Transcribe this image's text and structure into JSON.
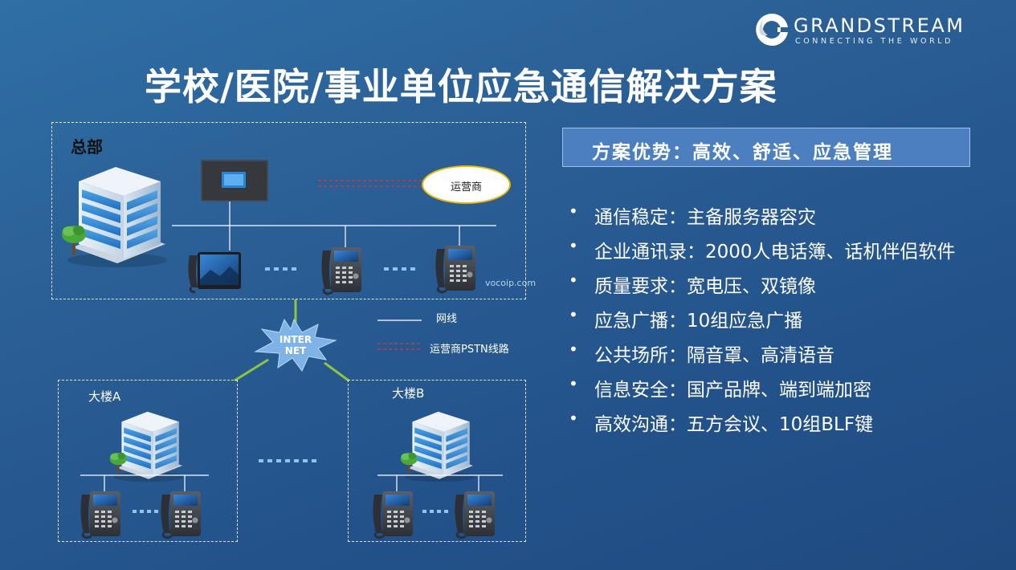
{
  "brand": {
    "name": "GRANDSTREAM",
    "tagline": "CONNECTING THE WORLD",
    "mark_color": "#ffffff"
  },
  "title": "学校/医院/事业单位应急通信解决方案",
  "diagram": {
    "headquarters_label": "总部",
    "building_a_label": "大楼A",
    "building_b_label": "大楼B",
    "carrier_label": "运营商",
    "internet_label_line1": "INTER",
    "internet_label_line2": "NET",
    "watermark": "vocoip.com",
    "legend": {
      "network_cable": "网线",
      "pstn_line": "运营商PSTN线路"
    },
    "colors": {
      "link_green": "#8cc63f",
      "pstn_red": "#d23c3c",
      "dots_blue": "#8fc4f0",
      "burst": "#7fb3e8"
    }
  },
  "advantages": {
    "heading": "方案优势：高效、舒适、应急管理",
    "items": [
      "通信稳定：主备服务器容灾",
      "企业通讯录：2000人电话簿、话机伴侣软件",
      "质量要求：宽电压、双镜像",
      "应急广播：10组应急广播",
      "公共场所：隔音罩、高清语音",
      "信息安全：国产品牌、端到端加密",
      "高效沟通：五方会议、10组BLF键"
    ],
    "bullet": "•"
  }
}
